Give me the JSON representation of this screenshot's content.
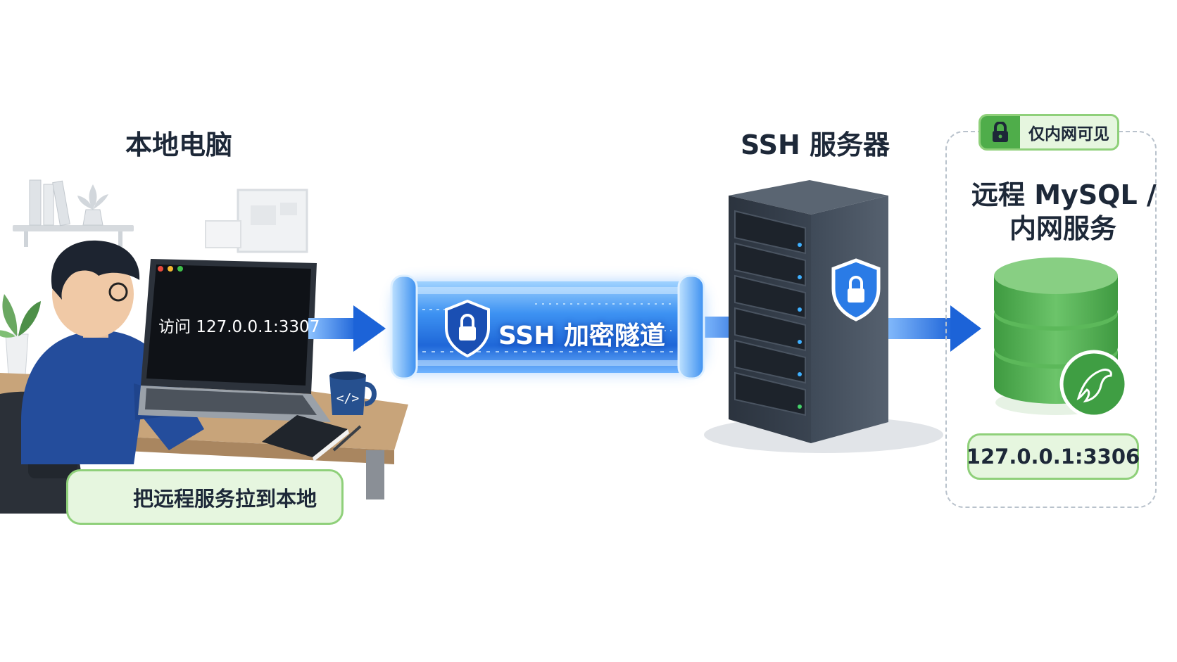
{
  "local": {
    "title": "本地电脑",
    "laptop_screen_text": "访问 127.0.0.1:3307",
    "badge_text": "把远程服务拉到本地",
    "badge_icon": "checkmark-shield-icon"
  },
  "tunnel": {
    "label": "SSH 加密隧道",
    "icon": "lock-shield-icon"
  },
  "ssh_server": {
    "title": "SSH 服务器",
    "icon": "lock-shield-icon"
  },
  "remote": {
    "badge_text": "仅内网可见",
    "badge_icon": "lock-icon",
    "title_line1": "远程 MySQL /",
    "title_line2": "内网服务",
    "port_text": "127.0.0.1:3306",
    "icon": "mysql-dolphin-icon"
  },
  "colors": {
    "arrow_blue": "#1f6fe0",
    "tunnel_blue": "#2f86f0",
    "db_green": "#55b255",
    "badge_green_bg": "#e6f6df",
    "badge_green_border": "#8fd07a",
    "server_dark": "#3c4552"
  }
}
